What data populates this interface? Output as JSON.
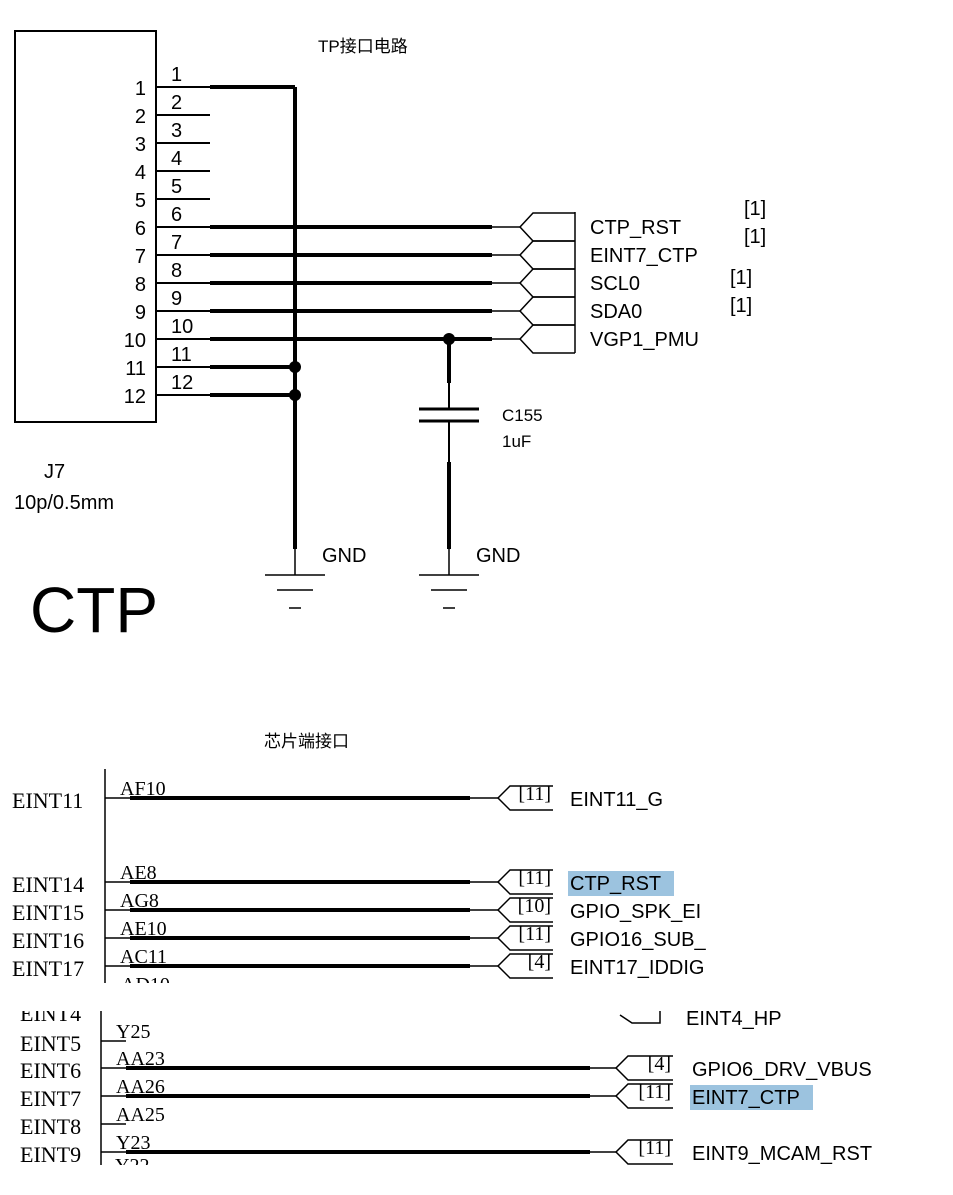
{
  "section_top": {
    "title": "TP接口电路",
    "connector": {
      "refdes": "J7",
      "spec": "10p/0.5mm",
      "pins": [
        "1",
        "2",
        "3",
        "4",
        "5",
        "6",
        "7",
        "8",
        "9",
        "10",
        "11",
        "12"
      ]
    },
    "nets": [
      {
        "name": "CTP_RST",
        "ref": "[1]"
      },
      {
        "name": "EINT7_CTP",
        "ref": "[1]"
      },
      {
        "name": "SCL0",
        "ref": "[1]"
      },
      {
        "name": "SDA0",
        "ref": "[1]"
      },
      {
        "name": "VGP1_PMU",
        "ref": ""
      }
    ],
    "capacitor": {
      "refdes": "C155",
      "value": "1uF"
    },
    "ground_labels": [
      "GND",
      "GND"
    ],
    "big_label": "CTP"
  },
  "section_chip": {
    "title": "芯片端接口",
    "rows": [
      {
        "pin": "EINT11",
        "ball": "AF10",
        "ref": "[11]",
        "net": "EINT11_G",
        "highlight": false
      },
      {
        "pin": "EINT14",
        "ball": "AE8",
        "ref": "[11]",
        "net": "CTP_RST",
        "highlight": true
      },
      {
        "pin": "EINT15",
        "ball": "AG8",
        "ref": "[10]",
        "net": "GPIO_SPK_EI",
        "highlight": false
      },
      {
        "pin": "EINT16",
        "ball": "AE10",
        "ref": "[11]",
        "net": "GPIO16_SUB_",
        "highlight": false
      },
      {
        "pin": "EINT17",
        "ball": "AC11",
        "ref": "[4]",
        "net": "EINT17_IDDIG",
        "highlight": false
      }
    ]
  },
  "section_bottom": {
    "partial_top": {
      "pin": "EINT4",
      "net": "EINT4_HP"
    },
    "rows": [
      {
        "pin": "EINT5",
        "ball": "Y25",
        "ref": "",
        "net": "",
        "highlight": false
      },
      {
        "pin": "EINT6",
        "ball": "AA23",
        "ref": "[4]",
        "net": "GPIO6_DRV_VBUS",
        "highlight": false
      },
      {
        "pin": "EINT7",
        "ball": "AA26",
        "ref": "[11]",
        "net": "EINT7_CTP",
        "highlight": true
      },
      {
        "pin": "EINT8",
        "ball": "AA25",
        "ref": "",
        "net": "",
        "highlight": false
      },
      {
        "pin": "EINT9",
        "ball": "Y23",
        "ref": "[11]",
        "net": "EINT9_MCAM_RST",
        "highlight": false
      }
    ]
  }
}
